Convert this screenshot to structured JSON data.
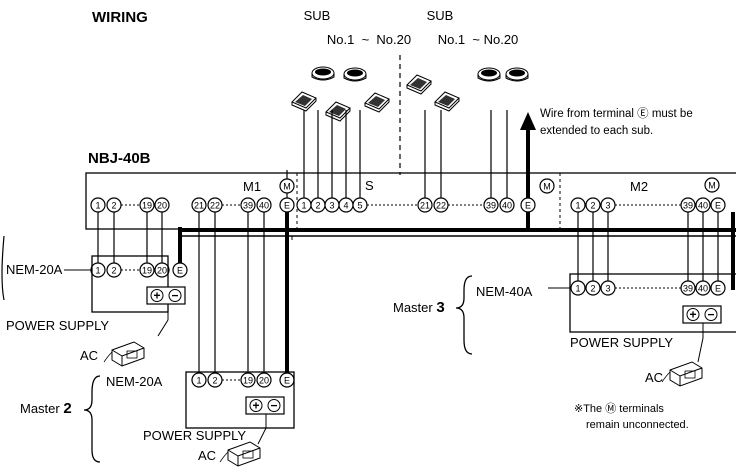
{
  "header": {
    "title": "WIRING",
    "sub_left_title": "SUB",
    "sub_left_range": "No.1  ~  No.20",
    "sub_right_title": "SUB",
    "sub_right_range": "No.1  ~ No.20"
  },
  "note_top": {
    "line1": "Wire from terminal Ⓔ must be",
    "line2": "extended to each sub."
  },
  "bus": {
    "label": "NBJ-40B",
    "m1": "M1",
    "m2": "M2",
    "s": "S",
    "m_symbol": "M",
    "e_symbol": "E"
  },
  "terminals": {
    "t1": "1",
    "t2": "2",
    "t3": "3",
    "t4": "4",
    "t5": "5",
    "t19": "19",
    "t20": "20",
    "t21": "21",
    "t22": "22",
    "t39": "39",
    "t40": "40"
  },
  "master1": {
    "unit": "NEM-20A",
    "power_supply": "POWER SUPPLY",
    "ac": "AC"
  },
  "master2": {
    "label": "Master",
    "number": "2",
    "unit": "NEM-20A",
    "power_supply": "POWER SUPPLY",
    "ac": "AC"
  },
  "master3": {
    "label": "Master",
    "number": "3",
    "unit": "NEM-40A",
    "power_supply": "POWER SUPPLY",
    "ac": "AC"
  },
  "note_bottom": {
    "line1": "※The Ⓜ terminals",
    "line2": "remain unconnected."
  },
  "symbols": {
    "plus": "+",
    "minus": "−"
  }
}
